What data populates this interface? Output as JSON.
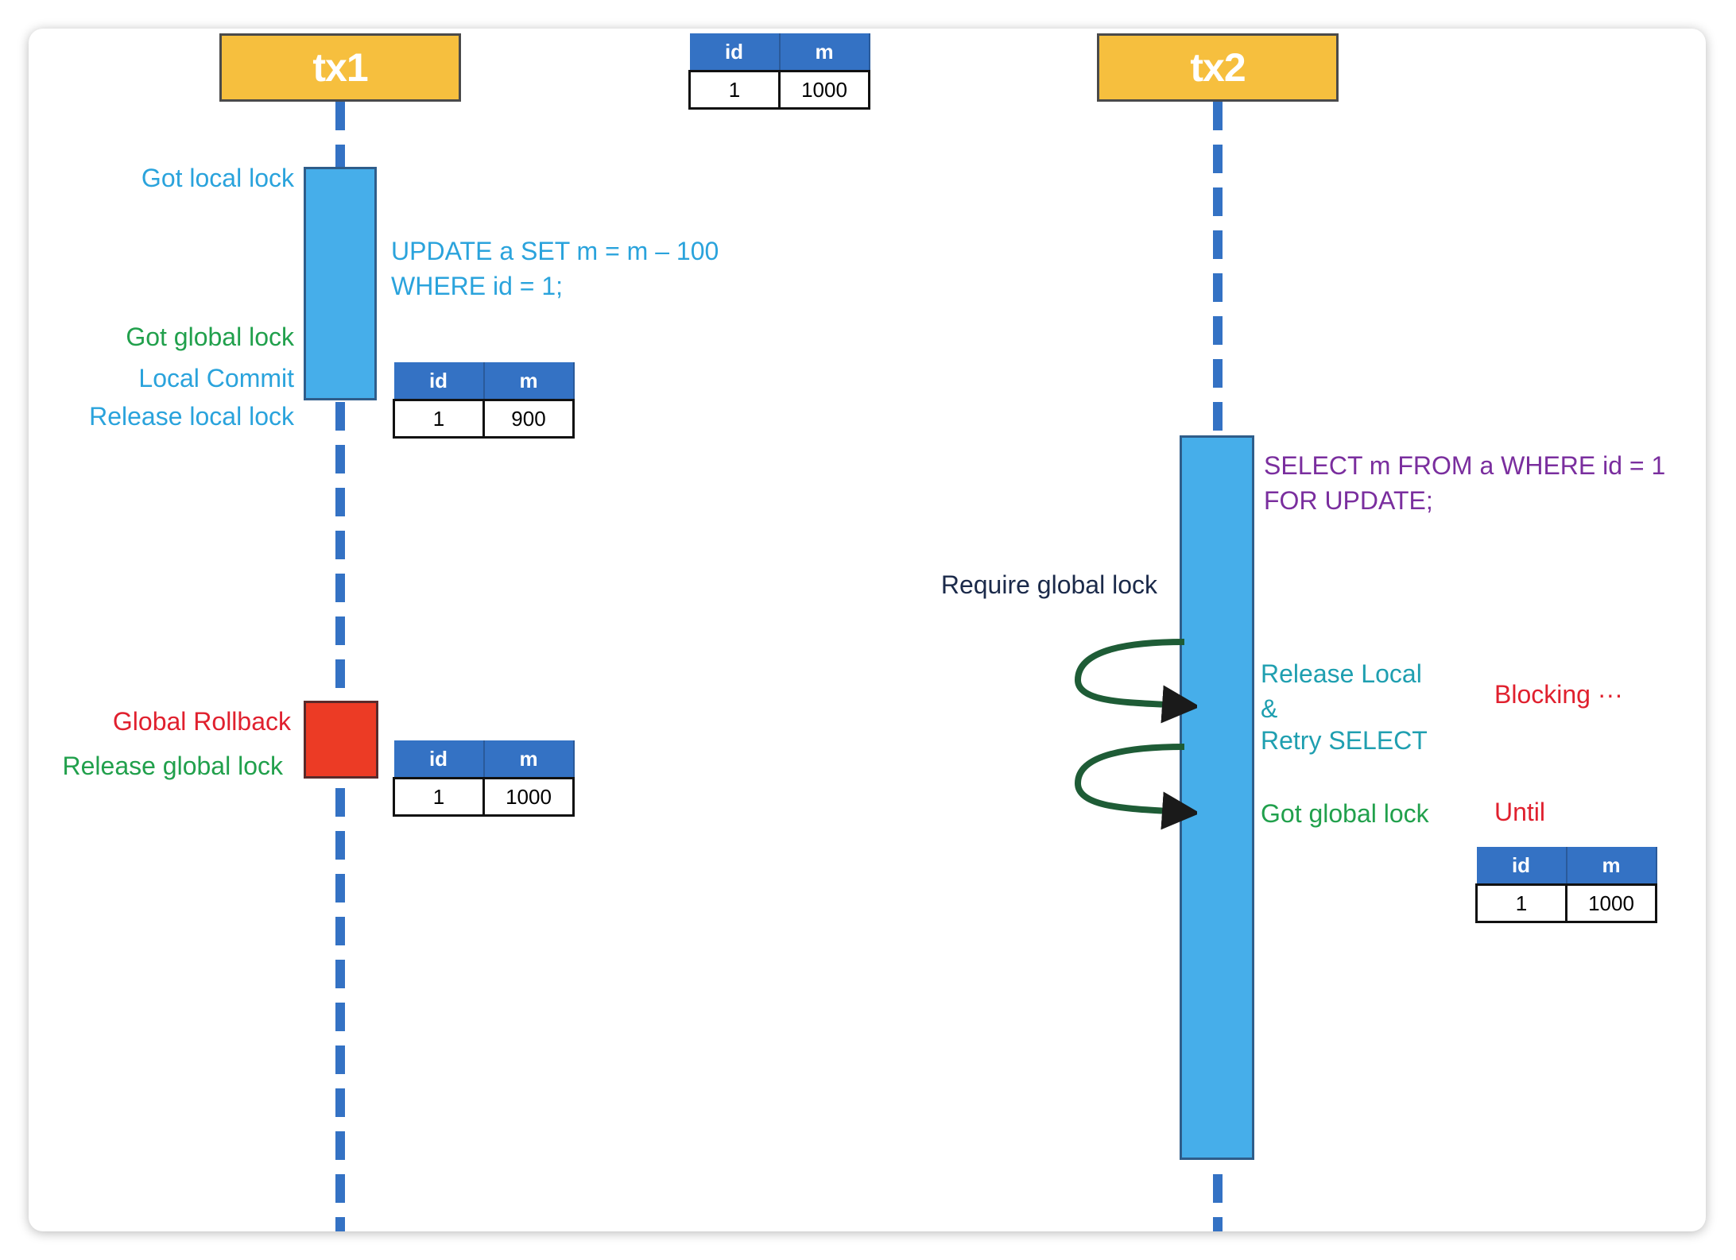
{
  "participants": {
    "tx1": "tx1",
    "tx2": "tx2"
  },
  "tables": {
    "initial": {
      "headers": [
        "id",
        "m"
      ],
      "row": [
        "1",
        "1000"
      ]
    },
    "after_update": {
      "headers": [
        "id",
        "m"
      ],
      "row": [
        "1",
        "900"
      ]
    },
    "after_rollback": {
      "headers": [
        "id",
        "m"
      ],
      "row": [
        "1",
        "1000"
      ]
    },
    "tx2_result": {
      "headers": [
        "id",
        "m"
      ],
      "row": [
        "1",
        "1000"
      ]
    }
  },
  "tx1": {
    "got_local_lock": "Got local lock",
    "update_sql_line1": "UPDATE a SET m = m – 100",
    "update_sql_line2": "WHERE id = 1;",
    "got_global_lock": "Got global lock",
    "local_commit": "Local Commit",
    "release_local_lock": "Release local lock",
    "global_rollback": "Global Rollback",
    "release_global_lock": "Release global lock"
  },
  "tx2": {
    "select_sql_line1": "SELECT m FROM a WHERE id = 1",
    "select_sql_line2": "FOR UPDATE;",
    "require_global_lock": "Require global lock",
    "release_local_line1": "Release Local",
    "release_local_line2": "&",
    "release_local_line3": "Retry SELECT",
    "got_global_lock": "Got global lock",
    "blocking": "Blocking ···",
    "until": "Until"
  },
  "colors": {
    "header": "#F6BF3E",
    "lifeline": "#3472C4",
    "activation": "#46AEEA",
    "rollback": "#EC3B25",
    "table_header": "#3472C4",
    "arrow": "#1E5C36"
  }
}
